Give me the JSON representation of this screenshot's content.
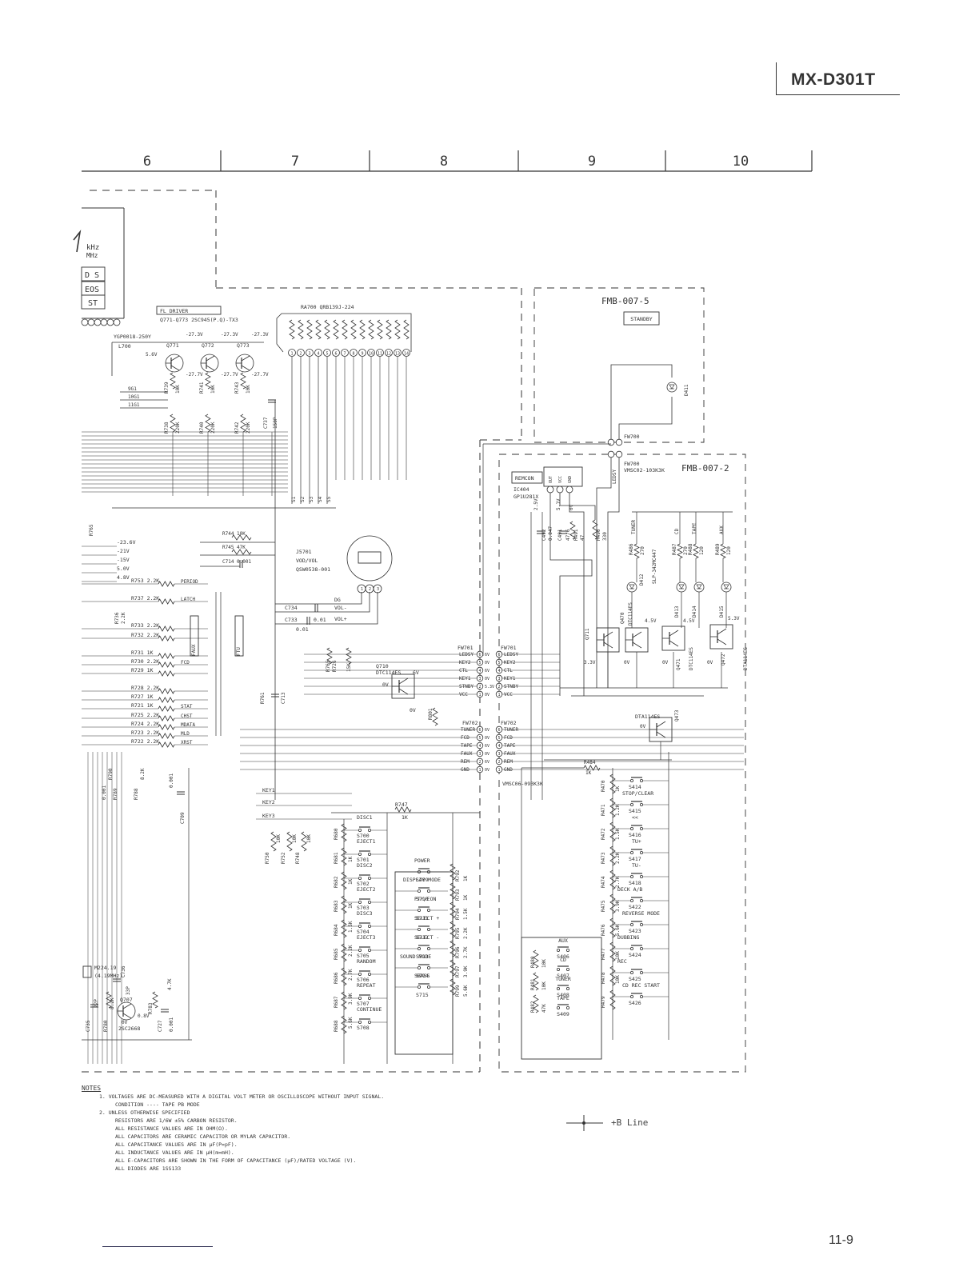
{
  "header": {
    "model": "MX-D301T"
  },
  "grid_columns": [
    "6",
    "7",
    "8",
    "9",
    "10"
  ],
  "boards": {
    "fmb_5": "FMB-007-5",
    "fmb_2": "FMB-007-2",
    "standby": "STANDBY",
    "remocon": "REMCON"
  },
  "display_fragment": [
    "kHz",
    "MHz",
    "D S",
    "EOS",
    "ST"
  ],
  "fl_driver": {
    "label": "FL DRIVER",
    "part": "Q771-Q773 2SC945(P.Q)-TX3",
    "ra700": "RA700 QRB139J-224",
    "fl_tube": "YGP0018-250Y",
    "coil": "L700",
    "transistors": [
      "Q771",
      "Q772",
      "Q773"
    ],
    "grids": [
      "9G1",
      "10G1",
      "11G1"
    ],
    "voltages": [
      "-27.3V",
      "-27.3V",
      "-27.7V",
      "-27.7V",
      "-27.7V",
      "-27.3V",
      "5.6V"
    ],
    "resistors": [
      {
        "ref": "R739",
        "val": "10K"
      },
      {
        "ref": "R741",
        "val": "10K"
      },
      {
        "ref": "R743",
        "val": "10K"
      },
      {
        "ref": "R738",
        "val": "220K"
      },
      {
        "ref": "R740",
        "val": "220K"
      },
      {
        "ref": "R742",
        "val": "220K"
      }
    ],
    "c737": {
      "ref": "C737",
      "val": "150P"
    },
    "scan_lines": [
      "S1",
      "S2",
      "S3",
      "S4",
      "S5"
    ]
  },
  "supply_voltages": [
    "-23.6V",
    "-21V",
    "-15V",
    "5.0V",
    "4.8V"
  ],
  "volume": {
    "ref": "J5701",
    "name": "VOD/VOL",
    "part": "QSW0538-001",
    "pins": [
      "DG",
      "VOL-",
      "VOL+"
    ],
    "c734": "C734",
    "c733": {
      "ref": "C733",
      "val": "0.01"
    },
    "r744": {
      "ref": "R744",
      "val": "10K"
    },
    "r745": {
      "ref": "R745",
      "val": "47K"
    },
    "c714": {
      "ref": "C714",
      "val": "0.001"
    }
  },
  "mid_resistors": [
    {
      "ref": "R753",
      "val": "2.2K",
      "net": "PERIOD"
    },
    {
      "ref": "R737",
      "val": "2.2K",
      "net": "LATCH"
    },
    {
      "ref": "R733",
      "val": "2.2K",
      "net": ""
    },
    {
      "ref": "R732",
      "val": "2.2K",
      "net": ""
    },
    {
      "ref": "R731",
      "val": "1K",
      "net": ""
    },
    {
      "ref": "R730",
      "val": "2.2K",
      "net": "FCD"
    },
    {
      "ref": "R729",
      "val": "1K",
      "net": ""
    },
    {
      "ref": "R728",
      "val": "2.2K",
      "net": ""
    },
    {
      "ref": "R727",
      "val": "1K",
      "net": ""
    },
    {
      "ref": "R721",
      "val": "1K",
      "net": "STAT"
    },
    {
      "ref": "R725",
      "val": "2.2K",
      "net": "CHST"
    },
    {
      "ref": "R724",
      "val": "2.2K",
      "net": "MDATA"
    },
    {
      "ref": "R723",
      "val": "2.2K",
      "net": "MLD"
    },
    {
      "ref": "R722",
      "val": "2.2K",
      "net": "XRST"
    }
  ],
  "misc_labels": [
    "FAUX",
    "FTU",
    "R736",
    "2.2K",
    "R765",
    "R726",
    "15K",
    "R761",
    "C713",
    "0.001",
    "C709",
    "0.001",
    "R789",
    "R788",
    "R790",
    "8.2K",
    "2.2K"
  ],
  "q710": {
    "ref": "Q710",
    "part": "DTC114ES",
    "v": "6V",
    "v2": "0V",
    "v3": "0V",
    "r801": "R801"
  },
  "connectors": {
    "fw701": {
      "ref": "FW701",
      "pins": [
        "LEDSY",
        "KEY2",
        "CTL",
        "KEY1",
        "STNBY",
        "VCC"
      ],
      "volts": [
        "6V",
        "0V",
        "6V",
        "0V",
        "5.3V",
        "0V"
      ]
    },
    "fw702": {
      "ref": "FW702",
      "pins": [
        "TUNER",
        "FCD",
        "TAPE",
        "FAUX",
        "REM",
        "GND"
      ],
      "volts": [
        "6V",
        "0V",
        "6V",
        "0V",
        "6V",
        "0V"
      ]
    },
    "fw700": {
      "ref": "FW700",
      "part": "VMSC02-103K3K"
    },
    "vmsc": "VMSC06-093K3K",
    "ledsy": "LEDSY"
  },
  "ic404": {
    "ref": "IC404",
    "part": "GP1U281X",
    "pins": [
      "OUT",
      "VCC",
      "GND"
    ],
    "v": [
      "2.5V",
      "5.1V",
      "0V"
    ]
  },
  "remocon_parts": [
    {
      "ref": "C492",
      "val": "0.047"
    },
    {
      "ref": "C491",
      "val": "47/6"
    },
    {
      "ref": "R491",
      "val": "47"
    },
    {
      "ref": "R490",
      "val": "330"
    }
  ],
  "leds": [
    {
      "ref": "D411",
      "name": ""
    },
    {
      "ref": "D412",
      "name": "SLP-342MC447"
    },
    {
      "ref": "D413",
      "name": ""
    },
    {
      "ref": "D414",
      "name": ""
    },
    {
      "ref": "D415",
      "name": ""
    }
  ],
  "led_labels": [
    "TUNER",
    "CD",
    "TAPE",
    "AUX"
  ],
  "led_resistors": [
    {
      "ref": "R486",
      "val": "270"
    },
    {
      "ref": "R487",
      "val": "270"
    },
    {
      "ref": "R488",
      "val": "120"
    },
    {
      "ref": "R489",
      "val": "120"
    }
  ],
  "led_volts": [
    "4.5V",
    "4.5V",
    "5.3V"
  ],
  "drivers": [
    {
      "ref": "Q711",
      "v": "3.3V"
    },
    {
      "ref": "Q470",
      "part": "DTC114ES",
      "v": "0V"
    },
    {
      "ref": "Q471",
      "part": "DTC114ES",
      "v": "0V"
    },
    {
      "ref": "Q472",
      "part": "DTA114ES",
      "v": "0V"
    },
    {
      "ref": "Q473",
      "part": "DTA114ES",
      "v": "0V"
    }
  ],
  "r484": {
    "ref": "R484",
    "val": "1K"
  },
  "r747": {
    "ref": "R747",
    "val": "1K"
  },
  "keys": [
    "KEY1",
    "KEY2",
    "KEY3"
  ],
  "key_resistors_left": [
    {
      "ref": "R750",
      "val": "10K"
    },
    {
      "ref": "R752",
      "val": "10K"
    },
    {
      "ref": "R748",
      "val": "10K"
    }
  ],
  "switch_col1": [
    {
      "ref": "S700",
      "label": "DISC1",
      "r": "R680"
    },
    {
      "ref": "S701",
      "label": "EJECT1",
      "r": "R681"
    },
    {
      "ref": "S702",
      "label": "DISC2",
      "r": "R682"
    },
    {
      "ref": "S703",
      "label": "EJECT2",
      "r": "R683"
    },
    {
      "ref": "S704",
      "label": "DISC3",
      "r": "R684"
    },
    {
      "ref": "S705",
      "label": "EJECT3",
      "r": "R685"
    },
    {
      "ref": "S706",
      "label": "RANDOM",
      "r": "R686"
    },
    {
      "ref": "S707",
      "label": "REPEAT",
      "r": "R687"
    },
    {
      "ref": "S708",
      "label": "CONTINUE",
      "r": "R688"
    }
  ],
  "col1_values": [
    "1K",
    "1K",
    "1.5K",
    "2.2K",
    "2.7K",
    "3.9K",
    "5.6K"
  ],
  "switch_col2": [
    {
      "ref": "S709",
      "label": "POWER"
    },
    {
      "ref": "S710",
      "label": "DISPLAY MODE"
    },
    {
      "ref": "S711",
      "label": "PTY/EON"
    },
    {
      "ref": "S712",
      "label": "SELECT +"
    },
    {
      "ref": "S713",
      "label": "SELECT -"
    },
    {
      "ref": "S714",
      "label": "SOUND MODE"
    },
    {
      "ref": "S715",
      "label": "SBASS"
    }
  ],
  "col2_resistors": [
    {
      "ref": "R792",
      "val": "1K"
    },
    {
      "ref": "R793",
      "val": "1K"
    },
    {
      "ref": "R794",
      "val": "1.5K"
    },
    {
      "ref": "R795",
      "val": "2.2K"
    },
    {
      "ref": "R796",
      "val": "2.7K"
    },
    {
      "ref": "R797",
      "val": "3.9K"
    },
    {
      "ref": "R799",
      "val": "5.6K"
    }
  ],
  "switch_input": [
    {
      "ref": "S406",
      "label": "AUX"
    },
    {
      "ref": "S407",
      "label": "CD"
    },
    {
      "ref": "S408",
      "label": "TUNER"
    },
    {
      "ref": "S409",
      "label": "TAPE"
    }
  ],
  "input_resistors": [
    {
      "ref": "R480",
      "val": "10K"
    },
    {
      "ref": "R481",
      "val": "10K"
    },
    {
      "ref": "R482",
      "val": "47K"
    }
  ],
  "switch_right": [
    {
      "ref": "S414",
      "label": "STOP/CLEAR"
    },
    {
      "ref": "S415",
      "label": "<<"
    },
    {
      "ref": "S416",
      "label": "TU+"
    },
    {
      "ref": "S417",
      "label": "TU-"
    },
    {
      "ref": "S418",
      "label": "DECK A/B"
    },
    {
      "ref": "S422",
      "label": "REVERSE MODE"
    },
    {
      "ref": "S423",
      "label": "DUBBING"
    },
    {
      "ref": "S424",
      "label": "REC"
    },
    {
      "ref": "S425",
      "label": "CD REC START"
    },
    {
      "ref": "S426",
      "label": ""
    }
  ],
  "right_resistors": [
    {
      "ref": "R470",
      "val": "1K"
    },
    {
      "ref": "R471",
      "val": "1.2K"
    },
    {
      "ref": "R472",
      "val": "1.5K"
    },
    {
      "ref": "R473",
      "val": "2.2K"
    },
    {
      "ref": "R474",
      "val": "2.7K"
    },
    {
      "ref": "R475",
      "val": "3.9K"
    },
    {
      "ref": "R476",
      "val": "5.6K"
    },
    {
      "ref": "R477",
      "val": "10K"
    },
    {
      "ref": "R478",
      "val": "10K"
    },
    {
      "ref": "R479",
      "val": ""
    }
  ],
  "osc": {
    "crystal": "M224.19",
    "crystal_sub": "(4.19MHz)",
    "q707": {
      "ref": "Q707",
      "part": "2SC2668",
      "v": "0V"
    },
    "v": "0.8V",
    "parts": [
      "C735",
      "22P",
      "R780",
      "8.2K",
      "C736",
      "33P",
      "R783",
      "4.7K",
      "C727",
      "0.001"
    ]
  },
  "notes": {
    "heading": "NOTES",
    "items": [
      "1. VOLTAGES ARE DC-MEASURED WITH A DIGITAL VOLT METER OR OSCILLOSCOPE WITHOUT INPUT SIGNAL.",
      "CONDITION ---- TAPE PB MODE",
      "2. UNLESS OTHERWISE SPECIFIED",
      "RESISTORS ARE 1/6W ±5% CARBON RESISTOR.",
      "ALL RESISTANCE VALUES ARE IN OHM(Ω).",
      "ALL CAPACITORS ARE CERAMIC CAPACITOR OR MYLAR CAPACITOR.",
      "ALL CAPACITANCE VALUES ARE IN μF(P=pF).",
      "ALL INDUCTANCE VALUES ARE IN μH(m=mH).",
      "ALL E-CAPACITORS ARE SHOWN IN THE FORM OF CAPACITANCE (μF)/RATED VOLTAGE (V).",
      "ALL DIODES ARE 1SS133"
    ]
  },
  "legend": {
    "b_line": "+B Line"
  },
  "page": {
    "number": "11-9"
  },
  "colors": {
    "ink": "#333333"
  }
}
